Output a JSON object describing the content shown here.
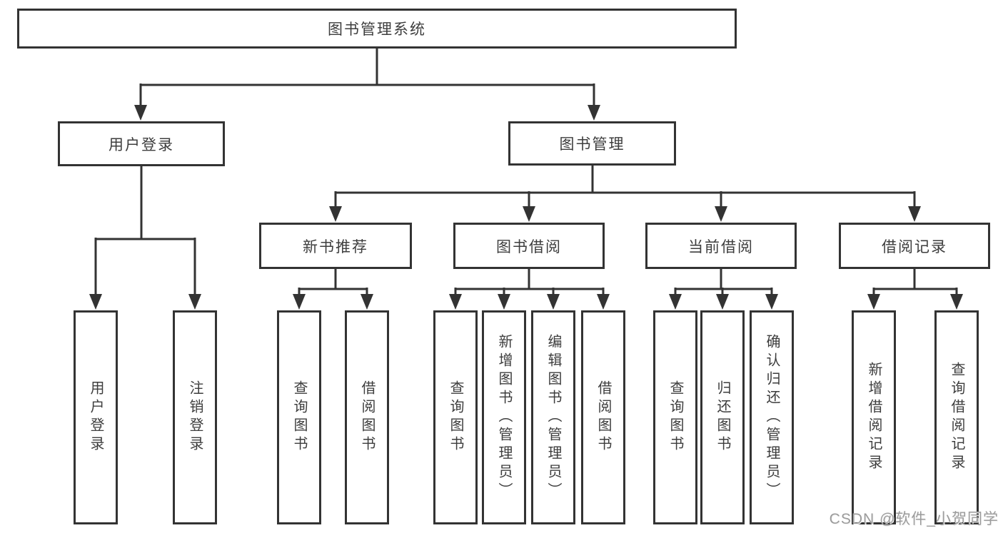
{
  "tree": {
    "root": {
      "label": "图书管理系统"
    },
    "user_login": {
      "label": "用户登录",
      "children": [
        {
          "label": "用户登录"
        },
        {
          "label": "注销登录"
        }
      ]
    },
    "book_management": {
      "label": "图书管理",
      "groups": [
        {
          "label": "新书推荐",
          "children": [
            {
              "label": "查询图书"
            },
            {
              "label": "借阅图书"
            }
          ]
        },
        {
          "label": "图书借阅",
          "children": [
            {
              "label": "查询图书"
            },
            {
              "label": "新增图书（管理员）"
            },
            {
              "label": "编辑图书（管理员）"
            },
            {
              "label": "借阅图书"
            }
          ]
        },
        {
          "label": "当前借阅",
          "children": [
            {
              "label": "查询图书"
            },
            {
              "label": "归还图书"
            },
            {
              "label": "确认归还（管理员）"
            }
          ]
        },
        {
          "label": "借阅记录",
          "children": [
            {
              "label": "新增借阅记录"
            },
            {
              "label": "查询借阅记录"
            }
          ]
        }
      ]
    }
  },
  "watermark": "CSDN @软件_小贺同学",
  "colors": {
    "line": "#333333",
    "box_border": "#333333",
    "text": "#3d3d3d",
    "watermark": "#9c9c9c",
    "background": "#ffffff"
  }
}
